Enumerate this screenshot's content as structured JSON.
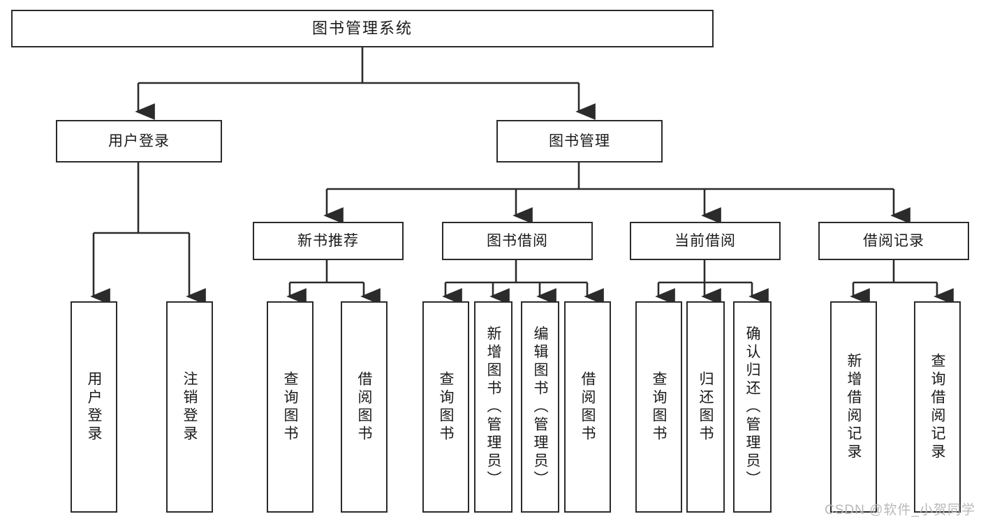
{
  "diagram": {
    "title": "图书管理系统",
    "watermark": "CSDN @软件_小贺同学",
    "levels": {
      "root": {
        "label": "图书管理系统"
      },
      "level2": [
        {
          "label": "用户登录"
        },
        {
          "label": "图书管理"
        }
      ],
      "level3": [
        {
          "label": "新书推荐"
        },
        {
          "label": "图书借阅"
        },
        {
          "label": "当前借阅"
        },
        {
          "label": "借阅记录"
        }
      ],
      "leaves": {
        "user_login": [
          {
            "label": "用户登录"
          },
          {
            "label": "注销登录"
          }
        ],
        "new_book_recommend": [
          {
            "label": "查询图书"
          },
          {
            "label": "借阅图书"
          }
        ],
        "book_borrow": [
          {
            "label": "查询图书"
          },
          {
            "label": "新增图书（管理员）"
          },
          {
            "label": "编辑图书（管理员）"
          },
          {
            "label": "借阅图书"
          }
        ],
        "current_borrow": [
          {
            "label": "查询图书"
          },
          {
            "label": "归还图书"
          },
          {
            "label": "确认归还（管理员）"
          }
        ],
        "borrow_record": [
          {
            "label": "新增借阅记录"
          },
          {
            "label": "查询借阅记录"
          }
        ]
      }
    },
    "colors": {
      "border": "#2b2b2b",
      "background": "#ffffff",
      "text": "#1a1a1a",
      "watermark": "#b9b9b9"
    }
  }
}
